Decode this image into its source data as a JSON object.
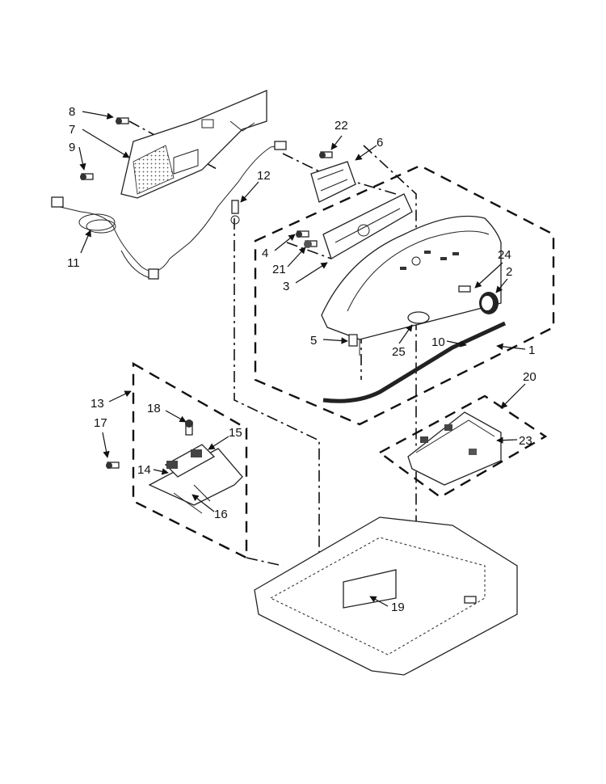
{
  "callouts": [
    {
      "id": "c8",
      "text": "8"
    },
    {
      "id": "c7",
      "text": "7"
    },
    {
      "id": "c9",
      "text": "9"
    },
    {
      "id": "c11",
      "text": "11"
    },
    {
      "id": "c12",
      "text": "12"
    },
    {
      "id": "c22",
      "text": "22"
    },
    {
      "id": "c6",
      "text": "6"
    },
    {
      "id": "c4",
      "text": "4"
    },
    {
      "id": "c21",
      "text": "21"
    },
    {
      "id": "c3",
      "text": "3"
    },
    {
      "id": "c24",
      "text": "24"
    },
    {
      "id": "c2",
      "text": "2"
    },
    {
      "id": "c5",
      "text": "5"
    },
    {
      "id": "c25",
      "text": "25"
    },
    {
      "id": "c10",
      "text": "10"
    },
    {
      "id": "c1",
      "text": "1"
    },
    {
      "id": "c20",
      "text": "20"
    },
    {
      "id": "c13",
      "text": "13"
    },
    {
      "id": "c18",
      "text": "18"
    },
    {
      "id": "c15",
      "text": "15"
    },
    {
      "id": "c17",
      "text": "17"
    },
    {
      "id": "c23",
      "text": "23"
    },
    {
      "id": "c14",
      "text": "14"
    },
    {
      "id": "c16",
      "text": "16"
    },
    {
      "id": "c19",
      "text": "19"
    }
  ]
}
